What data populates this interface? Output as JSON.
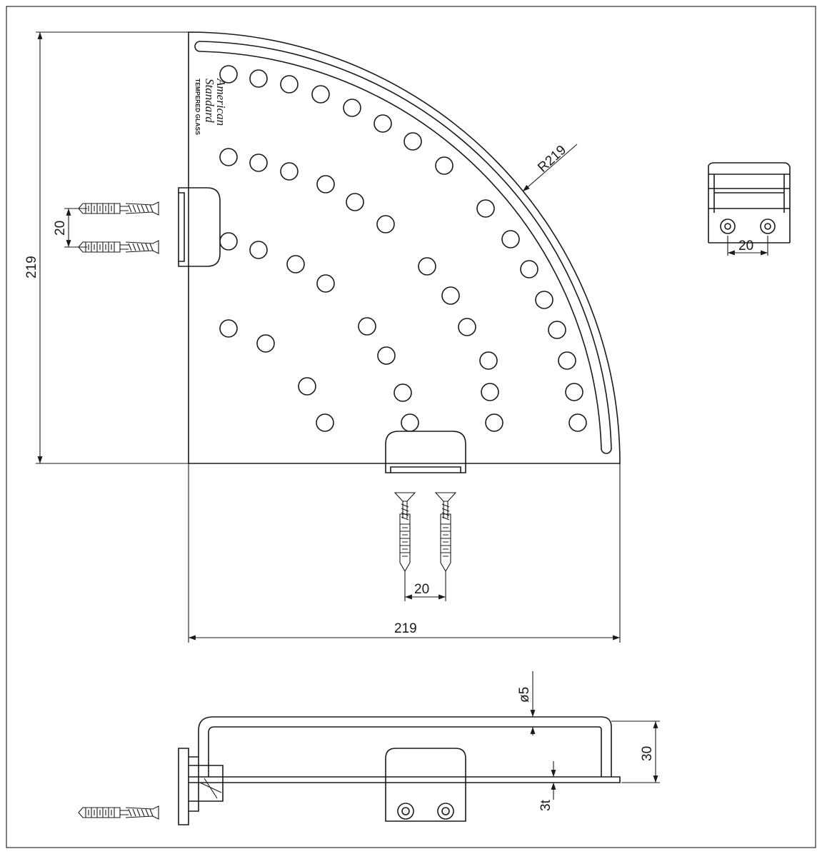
{
  "dimensions": {
    "overall_height": "219",
    "overall_width": "219",
    "radius": "R219",
    "left_screw_spacing": "20",
    "bottom_screw_spacing": "20",
    "bracket_hole_spacing": "20",
    "rail_diameter": "ø5",
    "rail_height": "30",
    "glass_thickness": "3t"
  },
  "brand": {
    "line1": "American",
    "line2": "Standard",
    "material": "TEMPERED GLASS"
  }
}
